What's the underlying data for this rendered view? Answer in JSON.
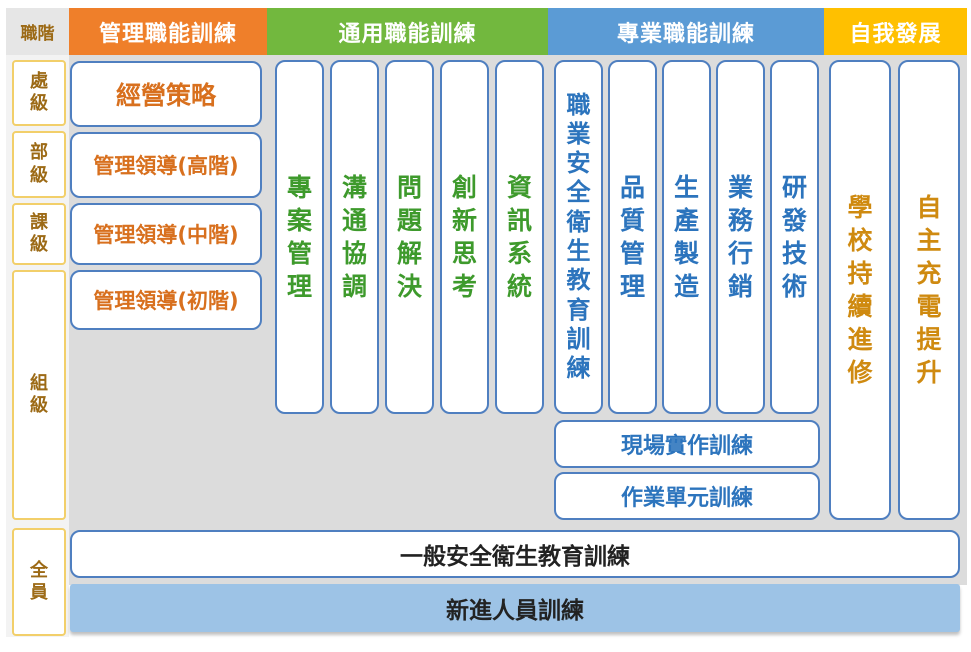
{
  "corner_label": "職階",
  "headers": [
    {
      "label": "管理職能訓練",
      "color": "#ef7f2a"
    },
    {
      "label": "通用職能訓練",
      "color": "#72b83e"
    },
    {
      "label": "專業職能訓練",
      "color": "#5b9bd5"
    },
    {
      "label": "自我發展",
      "color": "#ffc000"
    }
  ],
  "levels": [
    "處級",
    "部級",
    "課級",
    "組級",
    "全員"
  ],
  "management_items": [
    "經營策略",
    "管理領導(高階)",
    "管理領導(中階)",
    "管理領導(初階)"
  ],
  "general_items": [
    "專案管理",
    "溝通協調",
    "問題解決",
    "創新思考",
    "資訊系統"
  ],
  "professional_items": [
    "職業安全衛生教育訓練",
    "品質管理",
    "生產製造",
    "業務行銷",
    "研發技術"
  ],
  "professional_bottom": [
    "現場實作訓練",
    "作業單元訓練"
  ],
  "self_dev_items": [
    "學校持續進修",
    "自主充電提升"
  ],
  "all_staff_items": [
    "一般安全衛生教育訓練",
    "新進人員訓練"
  ],
  "colors": {
    "management_text": "#d8701e",
    "general_text": "#3e9a2c",
    "professional_text": "#2c74bd",
    "self_dev_text": "#cf8a10",
    "box_border": "#4f7fc0",
    "level_border": "#f2cf6a",
    "new_hire_bar": "#9dc3e6"
  }
}
